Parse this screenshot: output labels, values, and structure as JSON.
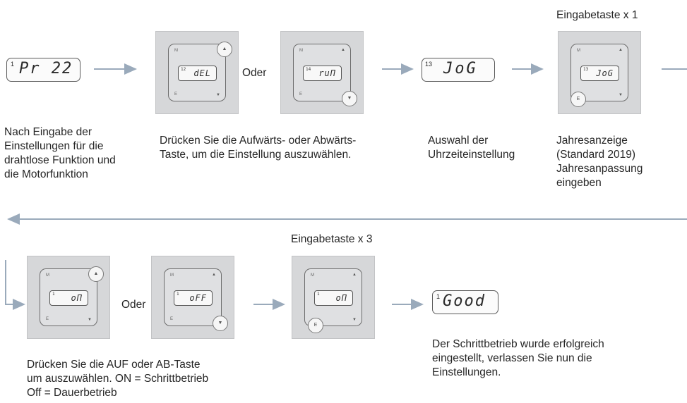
{
  "row1": {
    "step1": {
      "lcd_num": "1",
      "lcd_val": "Pr 22",
      "caption": [
        "Nach Eingabe der",
        "Einstellungen für die",
        "drahtlose Funktion und",
        "die Motorfunktion"
      ]
    },
    "step2": {
      "device_a": {
        "m": "M",
        "e": "E",
        "num": "12",
        "val": "dEL",
        "ring": "▲"
      },
      "oder": "Oder",
      "device_b": {
        "m": "M",
        "e": "E",
        "num": "14",
        "val": "ruП",
        "ring": "▼"
      },
      "caption": [
        "Drücken Sie die Aufwärts- oder Abwärts-",
        "Taste, um die Einstellung auszuwählen."
      ]
    },
    "step3": {
      "lcd_num": "13",
      "lcd_val": "JoG",
      "caption": [
        "Auswahl der",
        "Uhrzeiteinstellung"
      ]
    },
    "step4": {
      "label": "Eingabetaste x 1",
      "device": {
        "m": "M",
        "e": "E",
        "num": "13",
        "val": "JoG",
        "ring": "E"
      },
      "caption": [
        "Jahresanzeige",
        "(Standard 2019)",
        "Jahresanpassung",
        "eingeben"
      ]
    }
  },
  "row2": {
    "step5": {
      "device_a": {
        "m": "M",
        "e": "E",
        "num": "1",
        "val": "oП",
        "ring": "▲"
      },
      "oder": "Oder",
      "device_b": {
        "m": "M",
        "e": "E",
        "num": "1",
        "val": "oFF",
        "ring": "▼"
      },
      "caption": [
        "Drücken Sie die AUF oder AB-Taste",
        "um auszuwählen. ON = Schrittbetrieb",
        "Off = Dauerbetrieb"
      ]
    },
    "step6": {
      "label": "Eingabetaste x 3",
      "device": {
        "m": "M",
        "e": "E",
        "num": "1",
        "val": "oП",
        "ring": "E"
      }
    },
    "step7": {
      "lcd_num": "1",
      "lcd_val": "Good",
      "caption": [
        "Der Schrittbetrieb wurde erfolgreich",
        "eingestellt, verlassen Sie nun die",
        "Einstellungen."
      ]
    }
  },
  "colors": {
    "arrow": "#9aaabb",
    "device_bg": "#d6d7d9"
  }
}
